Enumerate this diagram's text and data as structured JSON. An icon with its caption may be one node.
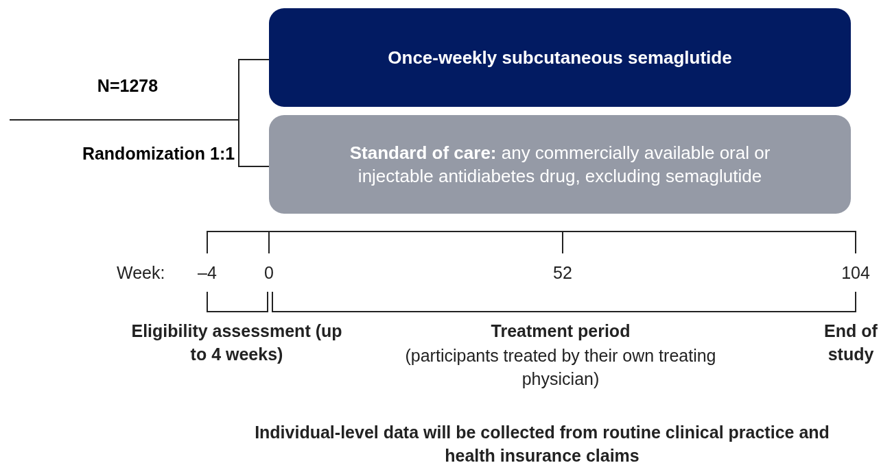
{
  "diagram": {
    "nodes": [
      {
        "text": [
          "N=1278",
          "Randomization 1:1"
        ]
      },
      {
        "text": [
          "Once-weekly subcutaneous semaglutide"
        ]
      },
      {
        "text": [
          "**Standard of care:** any commercially available oral or injectable antidiabetes drug, excluding semaglutide"
        ]
      }
    ],
    "edges": [
      {
        "from": 0,
        "to": 1,
        "arrow": "none"
      },
      {
        "from": 0,
        "to": 2,
        "arrow": "none"
      }
    ],
    "labels": [
      "Week:",
      "–4",
      "0",
      "52",
      "104",
      "Eligibility assessment (up to 4 weeks)",
      "Treatment period",
      "(participants treated by their own treating physician)",
      "End of study",
      "Individual-level data will be collected from routine clinical practice and health insurance claims"
    ]
  }
}
